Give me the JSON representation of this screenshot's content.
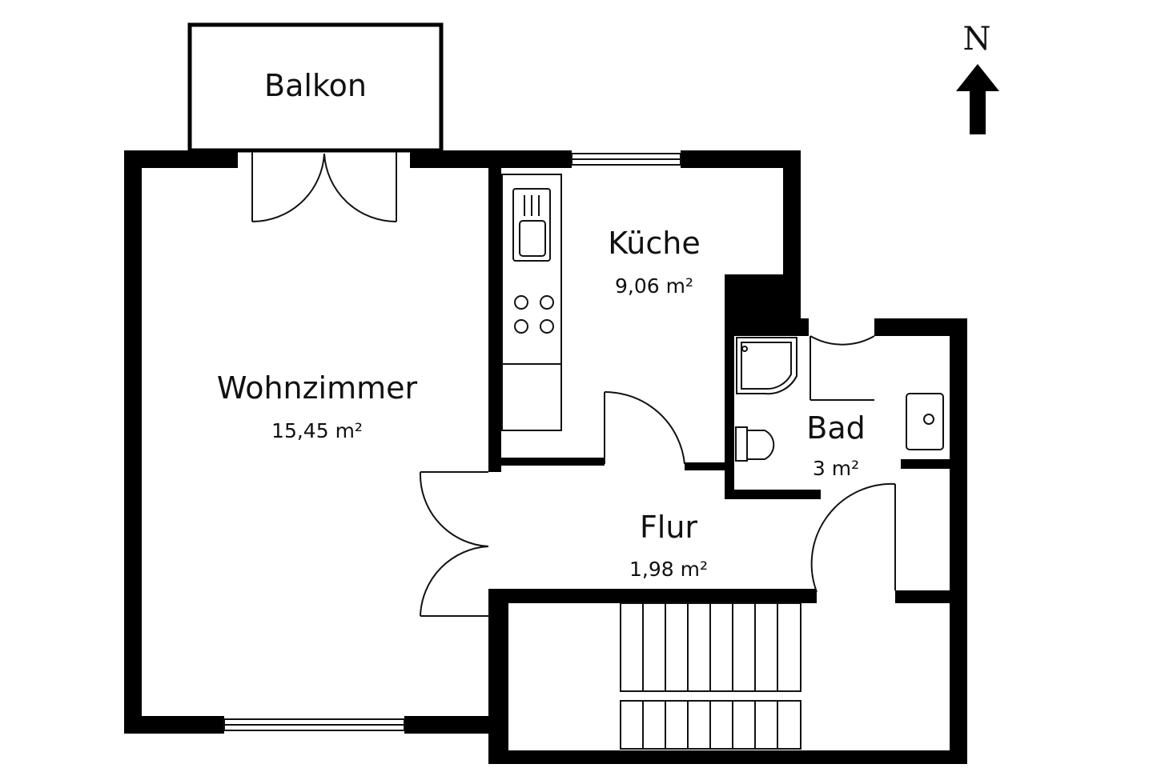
{
  "rooms": {
    "balkon": {
      "name": "Balkon"
    },
    "kueche": {
      "name": "Küche",
      "area": "9,06 m²"
    },
    "wohnzimmer": {
      "name": "Wohnzimmer",
      "area": "15,45 m²"
    },
    "bad": {
      "name": "Bad",
      "area": "3 m²"
    },
    "flur": {
      "name": "Flur",
      "area": "1,98 m²"
    }
  },
  "compass": {
    "label": "N"
  },
  "colors": {
    "wall": "#000000",
    "background": "#ffffff",
    "line": "#111111"
  }
}
